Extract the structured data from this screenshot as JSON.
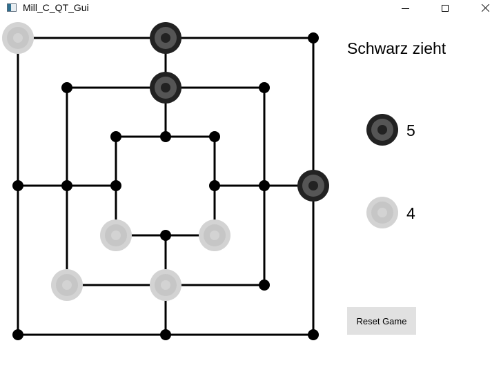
{
  "window": {
    "title": "Mill_C_QT_Gui"
  },
  "status_text": "Schwarz zieht",
  "counts": {
    "black": "5",
    "white": "4"
  },
  "reset_label": "Reset Game",
  "colors": {
    "board_line": "#000000",
    "black_outer": "#222222",
    "black_ring": "#555555",
    "black_center": "#222222",
    "white_outer": "#d3d3d3",
    "white_ring": "#c6c6c6",
    "white_center": "#d3d3d3"
  },
  "board": {
    "positions": [
      "white",
      "black",
      "empty",
      "empty",
      "black",
      "empty",
      "empty",
      "empty",
      "empty",
      "black",
      "empty",
      "empty",
      "empty",
      "white",
      "white",
      "empty",
      "empty",
      "empty",
      "empty",
      "empty",
      "empty",
      "white",
      "empty",
      "white"
    ]
  }
}
